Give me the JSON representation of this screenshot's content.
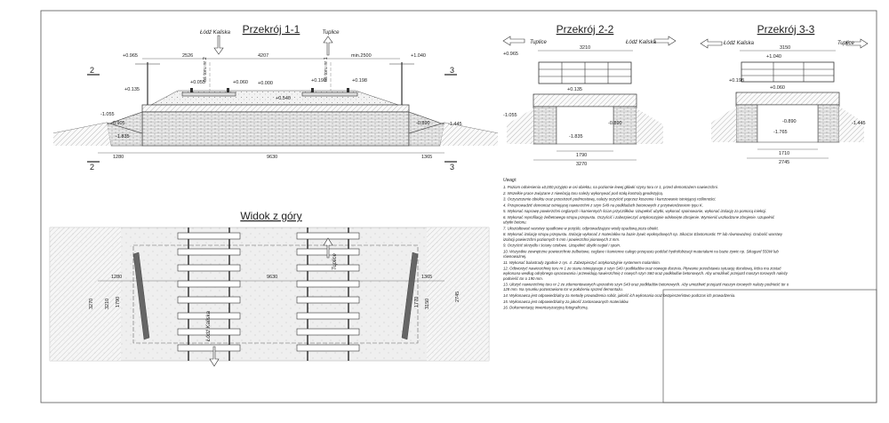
{
  "sections": {
    "s11": {
      "title": "Przekrój 1-1",
      "dir_left": "Łódź Kaliska",
      "dir_right": "Tuplice",
      "top_dims": [
        "2526",
        "4207",
        "min.2500"
      ],
      "levels": [
        "+0.965",
        "+1.040",
        "+0.135",
        "+0.055",
        "+0.060",
        "+0.000",
        "+0.190",
        "+0.198",
        "+0.540",
        "-1.055",
        "-0.905",
        "-1.835",
        "-0.890",
        "-1.445"
      ],
      "track_labels": [
        "oś toru nr 2",
        "oś toru nr 1"
      ],
      "bottom_dims": [
        "1280",
        "9630",
        "1365"
      ],
      "marks": [
        "2",
        "3",
        "2",
        "3"
      ]
    },
    "s22": {
      "title": "Przekrój 2-2",
      "dir_left": "Tuplice",
      "dir_right": "Łódź Kaliska",
      "top_dim": "3210",
      "levels": [
        "+0.965",
        "+0.135",
        "-1.055",
        "-0.890",
        "-1.835"
      ],
      "bottom_dims": [
        "1790",
        "3270"
      ]
    },
    "s33": {
      "title": "Przekrój 3-3",
      "dir_left": "Łódź Kaliska",
      "dir_right": "Tuplice",
      "top_dim": "3150",
      "levels": [
        "+1.040",
        "+0.198",
        "+0.060",
        "-0.890",
        "-1.765",
        "-1.445"
      ],
      "bottom_dims": [
        "1710",
        "2745"
      ]
    }
  },
  "plan": {
    "title": "Widok z góry",
    "dir_top": "Tuplice",
    "dir_bottom": "Łódź Kaliska",
    "dims": [
      "1280",
      "9630",
      "1365",
      "3270",
      "3210",
      "1790",
      "1770",
      "3150",
      "2745"
    ]
  },
  "notes": {
    "heading": "Uwagi:",
    "items": [
      "1. Poziom odniesienia ±0,000 przyjęto w osi obiektu, na poziomie lewej główki szyny toru nr 1, przed demontażem nawierzchni.",
      "2. Wszelkie prace związane z niwelacją toru należy wykonywać pod stałą kontrolą geodezyjną.",
      "3. Oczyszczenie obiektu oraz przestrzeń podmostową, należy oczyścić poprzez koszenie i karczowanie istniejącej roślinności.",
      "4. Przeprowadzić demontaż istniejącej nawierzchni z szyn S49 na podkładach betonowych z przytwierdzeniem typu K.",
      "5. Wykonać naprawę powierzchni ceglanych i kamiennych ścian przyczółków. Uzupełnić ubytki, wykonać spoinowanie, wykonać izolację za pomocą iniekcji.",
      "6. Wykonać reprofilację żelbetowego stropu przepustu. Oczyścić i zabezpieczyć antykorozyjnie odsłonięte zbrojenie. Wymienić uszkodzone zbrojenie. Uzupełnić ubytki betonu.",
      "7. Ukształtować warstwy spadkowe w przęśle, odprowadzające wodę opadową poza obiekt.",
      "8. Wykonać izolację stropu przepustu. Izolację wykonać z materiałów na bazie żywic epoksydowych np. SikaCor Elastomastic TF lub równoważnej. Grubość warstwy izolacji powierzchni poziomych 5 mm i powierzchni pionowych 3 mm.",
      "9. Oczyścić skrzydła i ściany czołowe. Uzupełnić ubytki cegieł i spoin.",
      "10. Wszystkie zewnętrzne powierzchnie żelbetowe, ceglane i kamienne całego przepustu poddać hydrofobizacji materiałami na bazie żywic np. Sikagard 550W lub równoważnej.",
      "11. Wykonać balustrady zgodnie z rys. 4. Zabezpieczyć antykorozyjnie systemem malarskim.",
      "12. Odtworzyć nawierzchnię toru nr 1 ze stanu istniejącego z szyn S49 i podkładów oraz nowego tłucznia. Pływanie przedstawia sytuację docelową, która ma zostać wykonana według odrębnego opracowania i przewidują nawierzchnię z nowych szyn S60 oraz podkładów betonowych. Aby umożliwić przejazd maszyn torowych należy podnieść tor o 190 mm.",
      "13. Ułożyć nawierzchnię toru nr 2 ze zdemontowanych uprzednio szyn S49 oraz podkładów betonowych. Aby umożliwić przejazd maszyn torowych należy podnieść tor o 128 mm. Na rysunku pozostawiono tor w położeniu sprzed demontażu.",
      "14. Wykonawca jest odpowiedzialny za metodę prowadzenia robót, jakość ich wykonania oraz bezpieczeństwo podczas ich prowadzenia.",
      "15. Wykonawca jest odpowiedzialny za jakość zastosowanych materiałów.",
      "16. Dokumentację inwentaryzacyjną fotograficzną."
    ]
  }
}
